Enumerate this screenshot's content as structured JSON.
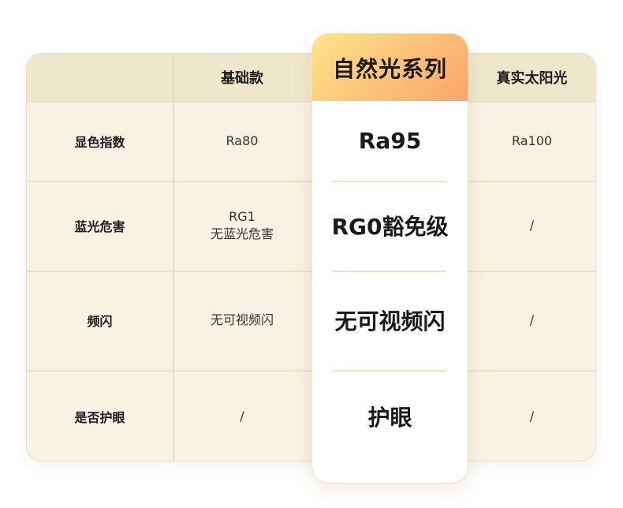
{
  "header": {
    "basic": "基础款",
    "featured": "自然光系列",
    "sun": "真实太阳光"
  },
  "rows": [
    {
      "label": "显色指数",
      "basic": "Ra80",
      "featured": "Ra95",
      "sun": "Ra100"
    },
    {
      "label": "蓝光危害",
      "basic": "RG1\n无蓝光危害",
      "featured": "RG0豁免级",
      "sun": "/"
    },
    {
      "label": "频闪",
      "basic": "无可视频闪",
      "featured": "无可视频闪",
      "sun": "/"
    },
    {
      "label": "是否护眼",
      "basic": "/",
      "featured": "护眼",
      "sun": "/"
    }
  ],
  "colors": {
    "table_bg": "#f7f2e3",
    "header_bg": "#efe7cc",
    "featured_gradient_start": "#fde589",
    "featured_gradient_end": "#f9a56a",
    "featured_bg": "#ffffff"
  }
}
